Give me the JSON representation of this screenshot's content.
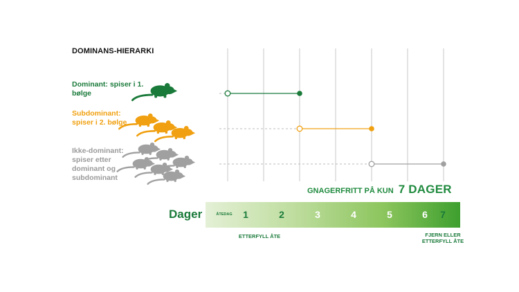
{
  "title": "DOMINANS-HIERARKI",
  "groups": {
    "dominant": "Dominant: spiser i 1. bølge",
    "subdominant": "Subdominant: spiser i 2. bølge",
    "nondominant": "Ikke-dominant: spiser etter dominant og subdominant"
  },
  "headline": {
    "prefix": "GNAGERFRITT PÅ KUN",
    "emphasis": "7 DAGER"
  },
  "timeline": {
    "label": "Dager",
    "start_label": "ÅTEDAG",
    "days": [
      "1",
      "2",
      "3",
      "4",
      "5",
      "6",
      "7"
    ]
  },
  "notes": {
    "refill": "ETTERFYLL ÅTE",
    "remove": "FJERN ELLER ETTERFYLL ÅTE"
  },
  "chart_data": {
    "type": "gantt",
    "x_ticks": [
      0,
      1,
      2,
      3,
      4,
      5,
      6
    ],
    "series": [
      {
        "name": "Dominant: spiser i 1. bølge",
        "start": 0,
        "end": 2,
        "color": "#1a7a3a"
      },
      {
        "name": "Subdominant: spiser i 2. bølge",
        "start": 2,
        "end": 4,
        "color": "#f0a010"
      },
      {
        "name": "Ikke-dominant: spiser etter dominant og subdominant",
        "start": 4,
        "end": 6,
        "color": "#a0a0a0"
      }
    ]
  },
  "colors": {
    "green": "#1a7a3a",
    "orange": "#f0a010",
    "gray": "#a0a0a0",
    "grid": "#d0d0d0"
  },
  "icons": {
    "dominant": "rat-icon",
    "subdominant": "rat-group-icon",
    "nondominant": "rat-group-icon"
  }
}
